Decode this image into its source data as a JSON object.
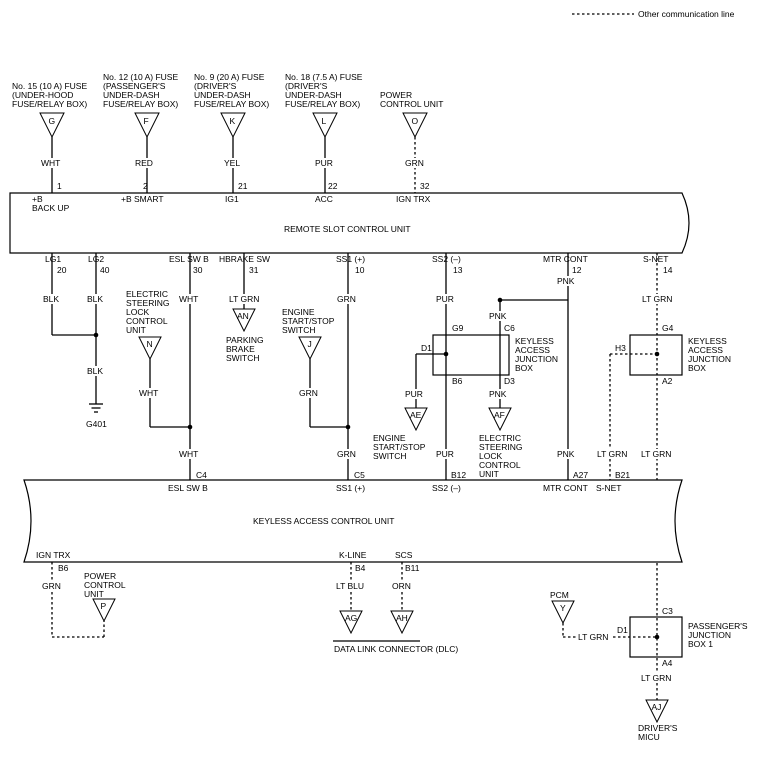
{
  "legend": "Other communication line",
  "fuses": {
    "g": [
      "No. 15 (10 A) FUSE",
      "(UNDER-HOOD",
      "FUSE/RELAY BOX)"
    ],
    "f": [
      "No. 12 (10 A) FUSE",
      "(PASSENGER'S",
      "UNDER-DASH",
      "FUSE/RELAY BOX)"
    ],
    "k": [
      "No. 9 (20 A) FUSE",
      "(DRIVER'S",
      "UNDER-DASH",
      "FUSE/RELAY BOX)"
    ],
    "l": [
      "No. 18 (7.5 A) FUSE",
      "(DRIVER'S",
      "UNDER-DASH",
      "FUSE/RELAY BOX)"
    ],
    "o": [
      "POWER",
      "CONTROL UNIT"
    ]
  },
  "connectors": {
    "G": "G",
    "F": "F",
    "K": "K",
    "L": "L",
    "O": "O",
    "N": "N",
    "AN": "AN",
    "J": "J",
    "AE": "AE",
    "AF": "AF",
    "P": "P",
    "AG": "AG",
    "AH": "AH",
    "Y": "Y",
    "AJ": "AJ"
  },
  "wires": {
    "wht": "WHT",
    "red": "RED",
    "yel": "YEL",
    "pur": "PUR",
    "grn": "GRN",
    "blk": "BLK",
    "ltgrn": "LT GRN",
    "pnk": "PNK",
    "ltblu": "LT BLU",
    "orn": "ORN"
  },
  "rscu": {
    "title": "REMOTE SLOT CONTROL UNIT",
    "top_pins": [
      "1",
      "2",
      "21",
      "22",
      "32"
    ],
    "backup": [
      "+B",
      "BACK UP"
    ],
    "top_labels": [
      "+B SMART",
      "IG1",
      "ACC",
      "IGN TRX"
    ],
    "bottom_labels": [
      "LG1",
      "LG2",
      "ESL SW B",
      "HBRAKE SW",
      "SS1 (+)",
      "SS2 (–)",
      "MTR CONT",
      "S-NET"
    ],
    "bottom_pins": [
      "20",
      "40",
      "30",
      "31",
      "10",
      "13",
      "12",
      "14"
    ]
  },
  "components": {
    "esl": [
      "ELECTRIC",
      "STEERING",
      "LOCK",
      "CONTROL",
      "UNIT"
    ],
    "parking": [
      "PARKING",
      "BRAKE",
      "SWITCH"
    ],
    "engine_top": [
      "ENGINE",
      "START/STOP",
      "SWITCH"
    ],
    "engine_bottom": [
      "ENGINE",
      "START/STOP",
      "SWITCH"
    ],
    "esl_bottom": [
      "ELECTRIC",
      "STEERING",
      "LOCK",
      "CONTROL",
      "UNIT"
    ],
    "kajb_a": [
      "KEYLESS",
      "ACCESS",
      "JUNCTION",
      "BOX"
    ],
    "kajb_b": [
      "KEYLESS",
      "ACCESS",
      "JUNCTION",
      "BOX"
    ],
    "ground": "G401",
    "pcu": [
      "POWER",
      "CONTROL",
      "UNIT"
    ],
    "pcm": "PCM",
    "dlc": "DATA LINK CONNECTOR (DLC)",
    "pjb": [
      "PASSENGER'S",
      "JUNCTION",
      "BOX 1"
    ],
    "micu": [
      "DRIVER'S",
      "MICU"
    ]
  },
  "jb_pins": {
    "g9": "G9",
    "c6": "C6",
    "d1": "D1",
    "b6": "B6",
    "d3": "D3",
    "g4": "G4",
    "h3": "H3",
    "a2": "A2",
    "c3": "C3",
    "d1b": "D1",
    "a4": "A4"
  },
  "kacu": {
    "title": "KEYLESS ACCESS CONTROL UNIT",
    "top_pins": [
      "C4",
      "C5",
      "B12",
      "A27",
      "B21"
    ],
    "top_labels": [
      "ESL SW B",
      "SS1 (+)",
      "SS2 (–)",
      "MTR CONT",
      "S-NET"
    ],
    "bottom_labels": [
      "IGN TRX",
      "K-LINE",
      "SCS"
    ],
    "bottom_pins": [
      "B6",
      "B4",
      "B11"
    ]
  }
}
